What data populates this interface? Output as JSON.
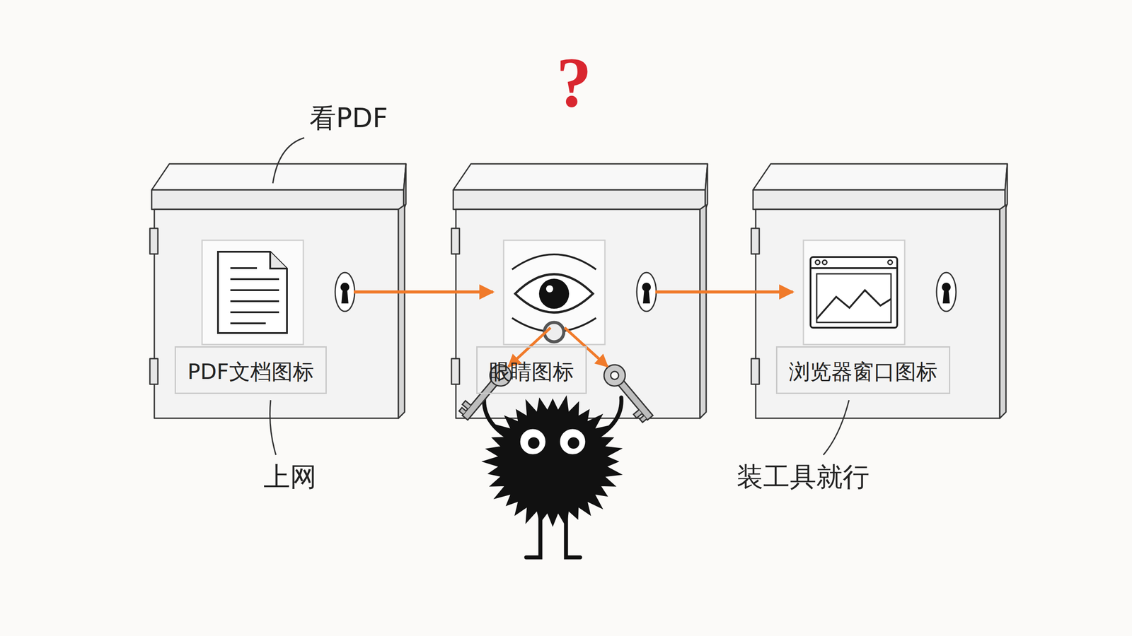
{
  "diagram": {
    "nodes": [
      {
        "text": [
          "PDF文档图标"
        ]
      },
      {
        "text": [
          "眼睛图标"
        ]
      },
      {
        "text": [
          "浏览器窗口图标"
        ]
      }
    ],
    "edges": [
      {
        "from": 0,
        "to": 1,
        "arrow": "to"
      },
      {
        "from": 1,
        "to": 2,
        "arrow": "to"
      }
    ],
    "labels": [
      "?",
      "看PDF",
      "上网",
      "装工具就行"
    ]
  }
}
